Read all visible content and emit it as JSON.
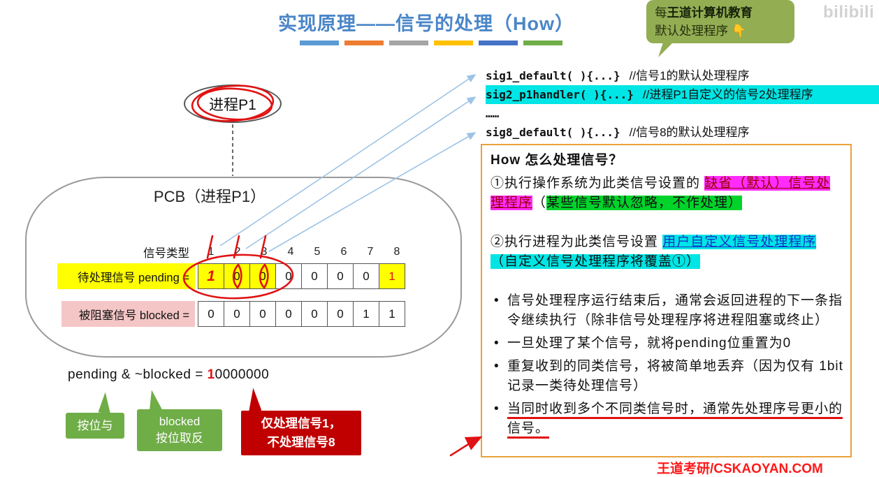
{
  "page": {
    "title": "实现原理——信号的处理（How）",
    "footer": "王道考研/CSKAOYAN.COM",
    "bilibili_logo": "bilibili"
  },
  "decor": {
    "bar_colors": [
      "#5b9bd5",
      "#ed7d31",
      "#a5a5a5",
      "#ffc000",
      "#4472c4",
      "#70ad47"
    ]
  },
  "bubble": {
    "line1_prefix": "每",
    "line1_watermark": "王道计算机教育",
    "line2": "默认处理程序 ",
    "hand_emoji": "👇"
  },
  "code": {
    "lines": [
      {
        "code": "sig1_default( ){...}",
        "comment": "//信号1的默认处理程序",
        "highlight": false
      },
      {
        "code": "sig2_p1handler( ){...}",
        "comment": "//进程P1自定义的信号2处理程序",
        "highlight": true
      },
      {
        "code": "……",
        "comment": "",
        "highlight": false
      },
      {
        "code": "sig8_default( ){...}",
        "comment": "//信号8的默认处理程序",
        "highlight": false
      }
    ]
  },
  "process": {
    "label": "进程P1"
  },
  "pcb": {
    "title": "PCB（进程P1）",
    "header_label": "信号类型",
    "pending_label": "待处理信号 pending =",
    "blocked_label": "被阻塞信号 blocked =",
    "signal_numbers": [
      "1",
      "2",
      "3",
      "4",
      "5",
      "6",
      "7",
      "8"
    ],
    "pending": [
      "1",
      "0",
      "0",
      "0",
      "0",
      "0",
      "0",
      "1"
    ],
    "blocked": [
      "0",
      "0",
      "0",
      "0",
      "0",
      "0",
      "1",
      "1"
    ]
  },
  "formula": {
    "lhs": "pending & ~blocked = ",
    "result_first": "1",
    "result_rest": "0000000"
  },
  "callouts": {
    "and_label": "按位与",
    "not_line1": "blocked",
    "not_line2": "按位取反",
    "result_line1": "仅处理信号1，",
    "result_line2": "不处理信号8"
  },
  "how_box": {
    "title": "How 怎么处理信号？",
    "para1": [
      {
        "t": "①执行操作系统为此类信号设置的 "
      },
      {
        "t": "缺省（默认）信号处理程序",
        "hl": "magenta"
      },
      {
        "t": "（"
      },
      {
        "t": "某些信号默认忽略，不作处理）",
        "hl": "green"
      }
    ],
    "para2": [
      {
        "t": "②执行进程为此类信号设置 "
      },
      {
        "t": "用户自定义信号处理程序",
        "hl": "cyan-u"
      },
      {
        "t": "（自定义信号处理程序将覆盖①）",
        "hl": "cyan"
      }
    ],
    "bullets": [
      [
        {
          "t": "信号处理程序运行结束后，通常会返回进程的下一条指令继续执行（除非信号处理程序将进程阻塞或终止）"
        }
      ],
      [
        {
          "t": "一旦处理了某个信号，就将pending位重置为0"
        }
      ],
      [
        {
          "t": "重复收到的同类信号，将被简单地丢弃（因为仅有 1bit 记录一类待处理信号）"
        }
      ],
      [
        {
          "t": "当同时收到多个不同类信号时，通常先处理序号更小的信号。",
          "hl": "redline"
        }
      ]
    ]
  },
  "colors": {
    "title_blue": "#4a86c8",
    "cyan_highlight": "#00e5e5",
    "magenta_highlight": "#ff2bff",
    "green_highlight": "#00d42b",
    "yellow_highlight": "#ffff00",
    "pink_label": "#f5c6c6",
    "green_box": "#6fad47",
    "red_box": "#c00000",
    "pen_red": "#e01212",
    "arrow_blue": "#9dc3e6",
    "box_orange": "#e9a23b",
    "bubble_green": "#93ad53",
    "footer_red": "#ff1a1a"
  }
}
